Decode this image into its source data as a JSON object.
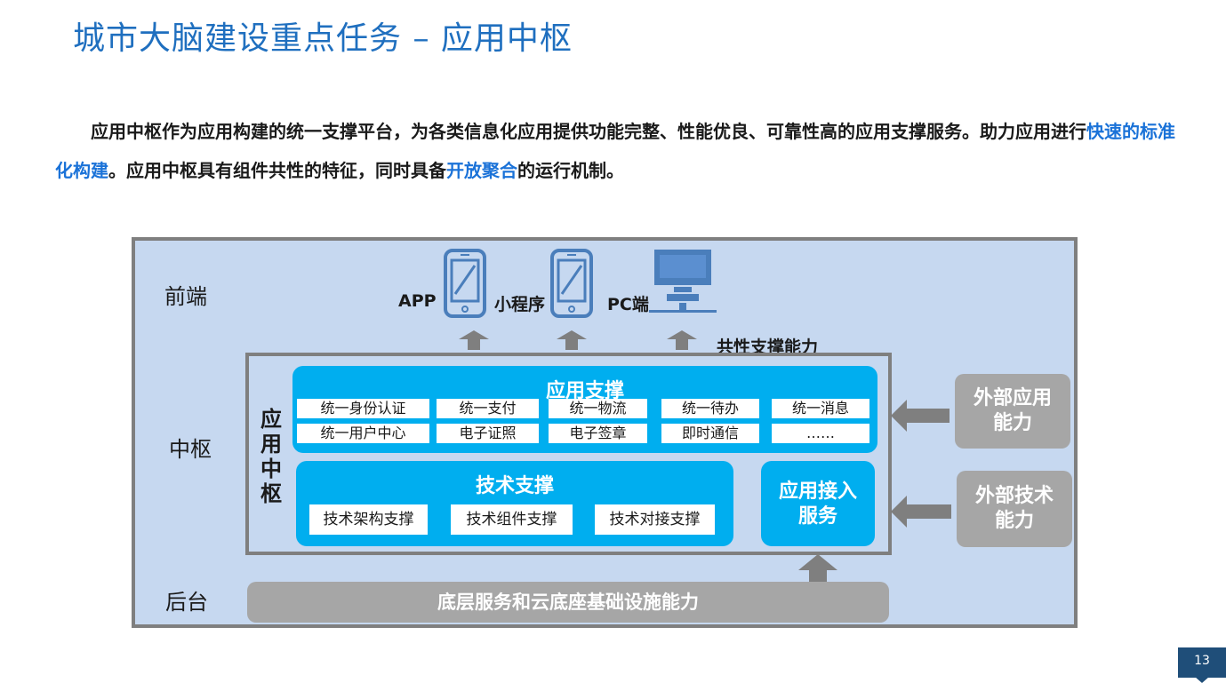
{
  "title": "城市大脑建设重点任务 – 应用中枢",
  "intro": {
    "part1": "应用中枢作为应用构建的统一支撑平台，为各类信息化应用提供功能完整、性能优良、可靠性高的应用支撑服务。助力应用进行",
    "highlight1": "快速的标准化构建",
    "part2": "。应用中枢具有组件共性的特征，同时具备",
    "highlight2": "开放聚合",
    "part3": "的运行机制。"
  },
  "diagram": {
    "layers": {
      "front": "前端",
      "hub": "中枢",
      "back": "后台"
    },
    "devices": {
      "app": "APP",
      "mini": "小程序",
      "pc": "PC端"
    },
    "common_support": "共性支撑能力",
    "hub_label": "应用中枢",
    "app_support": {
      "title": "应用支撑",
      "row1": [
        "统一身份认证",
        "统一支付",
        "统一物流",
        "统一待办",
        "统一消息"
      ],
      "row2": [
        "统一用户中心",
        "电子证照",
        "电子签章",
        "即时通信",
        "……"
      ]
    },
    "tech_support": {
      "title": "技术支撑",
      "items": [
        "技术架构支撑",
        "技术组件支撑",
        "技术对接支撑"
      ]
    },
    "access": {
      "line1": "应用接入",
      "line2": "服务"
    },
    "external_app": {
      "line1": "外部应用",
      "line2": "能力"
    },
    "external_tech": {
      "line1": "外部技术",
      "line2": "能力"
    },
    "bottom_bar": "底层服务和云底座基础设施能力"
  },
  "page_number": "13",
  "colors": {
    "title": "#1f6fbf",
    "highlight": "#1a72d8",
    "box_blue": "#00aeef",
    "panel_bg": "#c6d8f0",
    "border_grey": "#7f7f7f",
    "grey_box": "#a6a6a6",
    "device_blue": "#4a7ebb",
    "page_badge": "#1f4e79"
  },
  "icons": [
    "phone-icon",
    "monitor-icon",
    "arrow-up-icon",
    "arrow-left-icon"
  ]
}
